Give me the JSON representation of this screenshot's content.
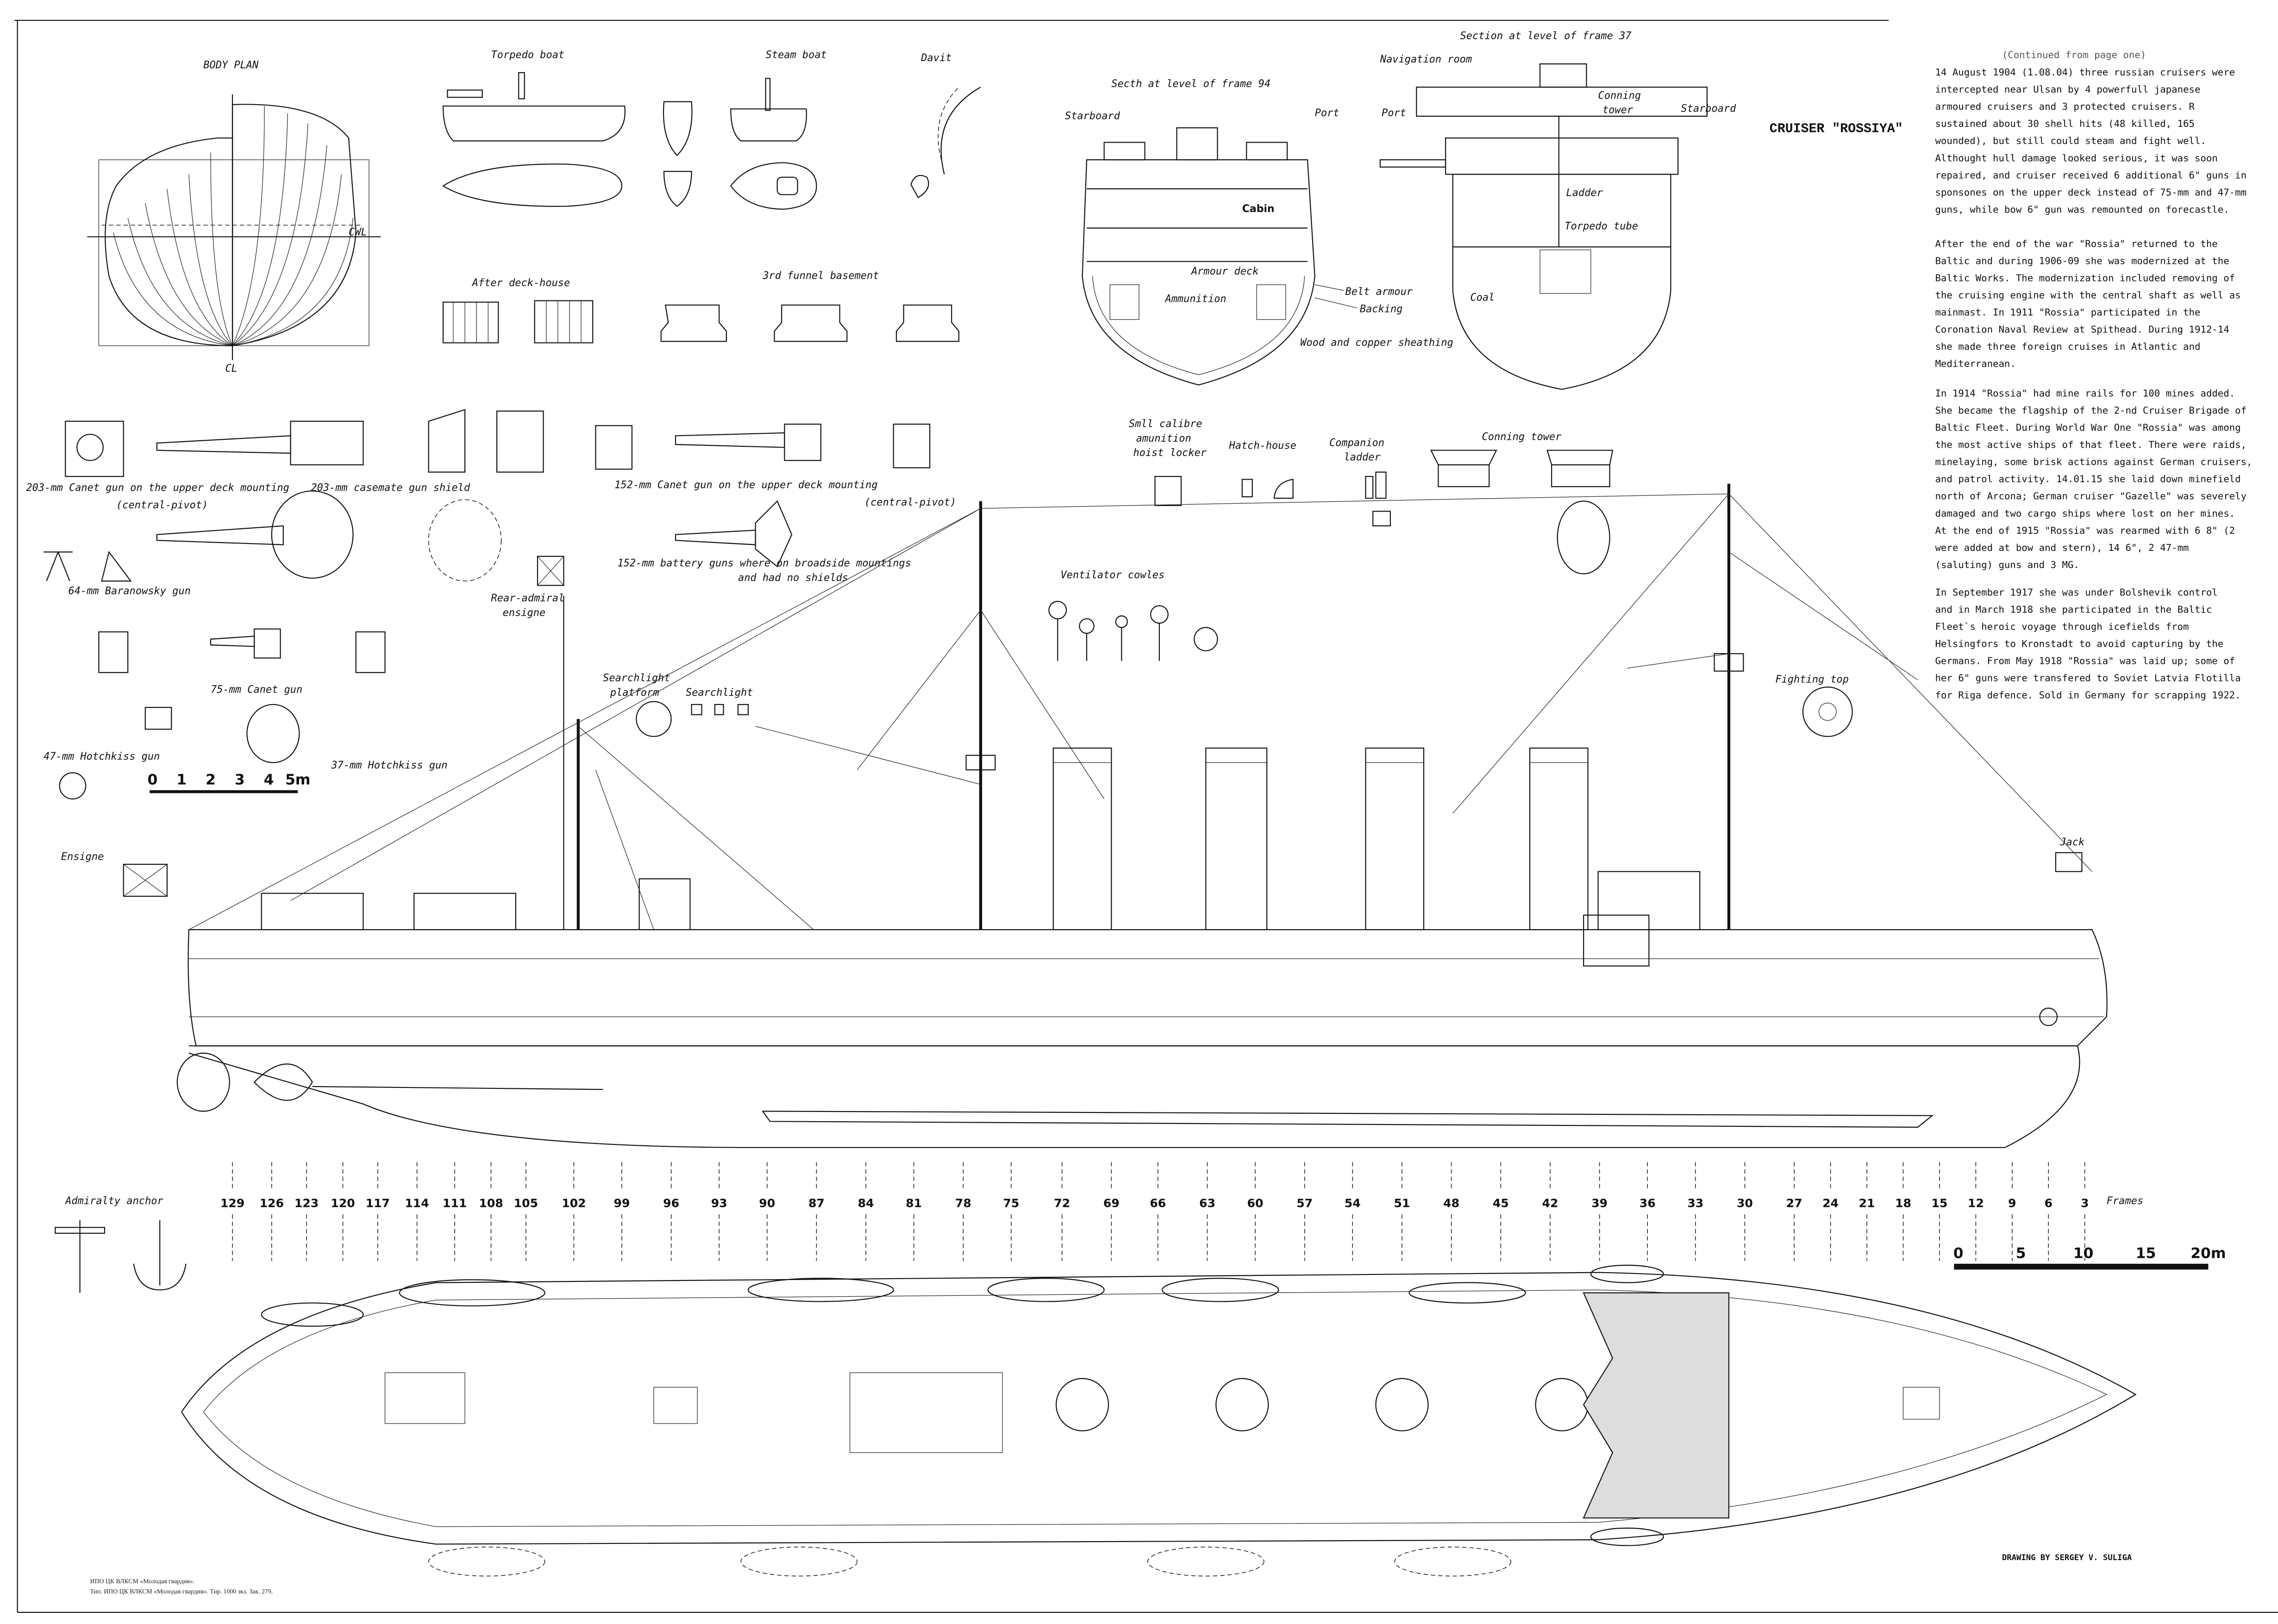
{
  "title": "CRUISER \"ROSSIYA\"",
  "continued": "(Continued from page one)",
  "labels": {
    "body_plan": "BODY PLAN",
    "cwl": "CWL",
    "cl": "CL",
    "torpedo_boat": "Torpedo boat",
    "steam_boat": "Steam boat",
    "davit": "Davit",
    "after_deck_house": "After deck-house",
    "third_funnel_basement": "3rd funnel basement",
    "section_94": "Secth at level of frame 94",
    "section_37": "Section at level of frame 37",
    "starboard": "Starboard",
    "port": "Port",
    "navigation_room": "Navigation room",
    "conning_tower_sec": [
      "Conning",
      "tower"
    ],
    "cabin": "Cabin",
    "armour_deck": "Armour deck",
    "ammunition": "Ammunition",
    "belt_armour": "Belt armour",
    "backing": "Backing",
    "wood_copper": "Wood and copper sheathing",
    "coal": "Coal",
    "ladder": "Ladder",
    "torpedo_tube": "Torpedo tube",
    "gun_203": "203-mm Canet gun on the upper deck mounting",
    "central_pivot": "(central-pivot)",
    "casemate_shield": "203-mm casemate gun shield",
    "gun_152": "152-mm Canet gun on the upper deck mounting",
    "gun_64": "64-mm Baranowsky gun",
    "battery_152": [
      "152-mm battery guns where on broadside mountings",
      "and had no shields"
    ],
    "rear_admiral": [
      "Rear-admiral",
      "ensigne"
    ],
    "gun_75": "75-mm Canet gun",
    "gun_47": "47-mm Hotchkiss gun",
    "gun_37": "37-mm Hotchkiss gun",
    "searchlight_platform": [
      "Searchlight",
      "platform"
    ],
    "searchlight": "Searchlight",
    "small_calibre": [
      "Smll calibre",
      "amunition",
      "hoist locker"
    ],
    "hatch_house": "Hatch-house",
    "companion_ladder": [
      "Companion",
      "ladder"
    ],
    "conning_tower": "Conning tower",
    "ventilator": "Ventilator cowles",
    "fighting_top": "Fighting top",
    "jack": "Jack",
    "ensigne": "Ensigne",
    "admiralty_anchor": "Admiralty anchor",
    "frames": "Frames",
    "drawing_by": "DRAWING BY SERGEY V. SULIGA"
  },
  "small_scale": [
    "0",
    "1",
    "2",
    "3",
    "4",
    "5m"
  ],
  "large_scale": [
    "0",
    "5",
    "10",
    "15",
    "20m"
  ],
  "frame_numbers": [
    "129",
    "126",
    "123",
    "120",
    "117",
    "114",
    "111",
    "108",
    "105",
    "102",
    "99",
    "96",
    "93",
    "90",
    "87",
    "84",
    "81",
    "78",
    "75",
    "72",
    "69",
    "66",
    "63",
    "60",
    "57",
    "54",
    "51",
    "48",
    "45",
    "42",
    "39",
    "36",
    "33",
    "30",
    "27",
    "24",
    "21",
    "18",
    "15",
    "12",
    "9",
    "6",
    "3"
  ],
  "imprint": [
    "ИПО ЦК ВЛКСМ «Молодая гвардия».",
    "Тип. ИПО ЦК ВЛКСМ «Молодая гвардия». Тир. 1000 экз. Зак. 279."
  ],
  "history": [
    [
      "  14 August 1904 (1.08.04) three russian cruisers were",
      "intercepted near Ulsan by 4 powerfull japanese",
      "armoured cruisers and 3 protected cruisers. R",
      "sustained about 30 shell hits (48 killed, 165",
      "wounded), but still could steam and fight well.",
      "Althought hull damage looked serious, it was soon",
      "repaired, and cruiser received 6 additional 6\" guns in",
      "sponsones on the upper deck instead of 75-mm and 47-mm",
      "guns, while bow 6\" gun was remounted on forecastle."
    ],
    [
      "  After the end of the war \"Rossia\" returned to the",
      "Baltic and during 1906-09 she was modernized at the",
      "Baltic Works.  The modernization included removing  of",
      "the cruising engine with the central shaft as well as",
      "mainmast.  In 1911 \"Rossia\" participated in the",
      "Coronation Naval Review at Spithead. During 1912-14",
      "she made three foreign cruises in Atlantic and",
      "Mediterranean."
    ],
    [
      "  In 1914 \"Rossia\" had mine rails for 100 mines added.",
      "She became the flagship of the 2-nd Cruiser Brigade of",
      "Baltic Fleet.  During World War One \"Rossia\" was among",
      "the most active ships of that fleet. There were raids,",
      "minelaying, some brisk actions against German cruisers,",
      "and patrol activity.  14.01.15 she laid down minefield",
      "north of Arcona; German cruiser \"Gazelle\" was severely",
      "damaged and two cargo ships where lost on her mines.",
      "At the end of 1915 \"Rossia\" was rearmed with 6 8\" (2",
      "were added at bow and stern), 14 6\", 2 47-mm",
      "(saluting) guns and 3 MG."
    ],
    [
      "  In September 1917 she was under Bolshevik control",
      "and in March 1918 she participated in the Baltic",
      "Fleet`s heroic voyage through icefields from",
      "Helsingfors to Kronstadt  to avoid capturing by the",
      "Germans. From May 1918 \"Rossia\" was laid up; some of",
      "her 6\" guns were transfered to Soviet Latvia Flotilla",
      "for Riga defence.  Sold in Germany for scrapping 1922."
    ]
  ]
}
